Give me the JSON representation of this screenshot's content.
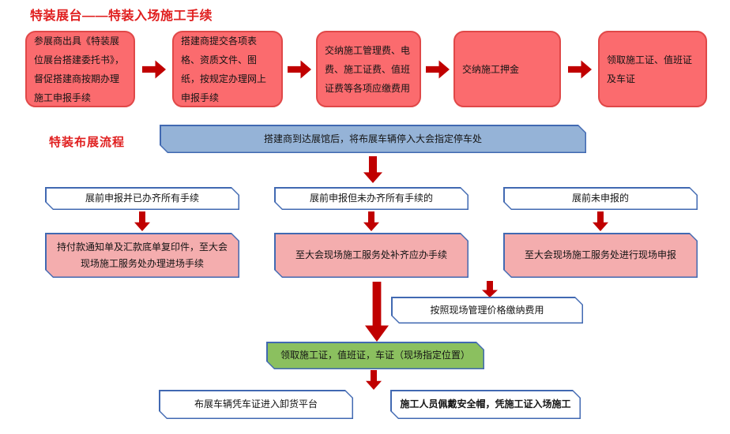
{
  "colors": {
    "title_red": "#e01f1f",
    "red_box_fill": "#fb6b6e",
    "red_box_border": "#e04848",
    "blue_border": "#4169b2",
    "blue_fill": "#95b3d7",
    "pink_fill": "#f4adae",
    "green_fill": "#8bc05f",
    "arrow_red": "#c00000"
  },
  "header": {
    "title": "特装展台——特装入场施工手续"
  },
  "pre_entry_steps": [
    "参展商出具《特装展位展台搭建委托书》，督促搭建商按期办理施工申报手续",
    "搭建商提交各项表格、资质文件、图纸，按规定办理网上申报手续",
    "交纳施工管理费、电费、施工证费、值班证费等各项应缴费用",
    "交纳施工押金",
    "领取施工证、值班证及车证"
  ],
  "layout_flow": {
    "section_label": "特装布展流程",
    "arrival": "搭建商到达展馆后，将布展车辆停入大会指定停车处",
    "branches": [
      {
        "condition": "展前申报并已办齐所有手续",
        "action": "持付款通知单及汇款底单复印件，至大会现场施工服务处办理进场手续"
      },
      {
        "condition": "展前申报但未办齐所有手续的",
        "action": "至大会现场施工服务处补齐应办手续"
      },
      {
        "condition": "展前未申报的",
        "action": "至大会现场施工服务处进行现场申报"
      }
    ],
    "onsite_payment": "按照现场管理价格缴纳费用",
    "badge_pickup": "领取施工证，值班证，车证（现场指定位置）",
    "vehicle_entry": "布展车辆凭车证进入卸货平台",
    "worker_entry": "施工人员佩戴安全帽，凭施工证入场施工"
  }
}
